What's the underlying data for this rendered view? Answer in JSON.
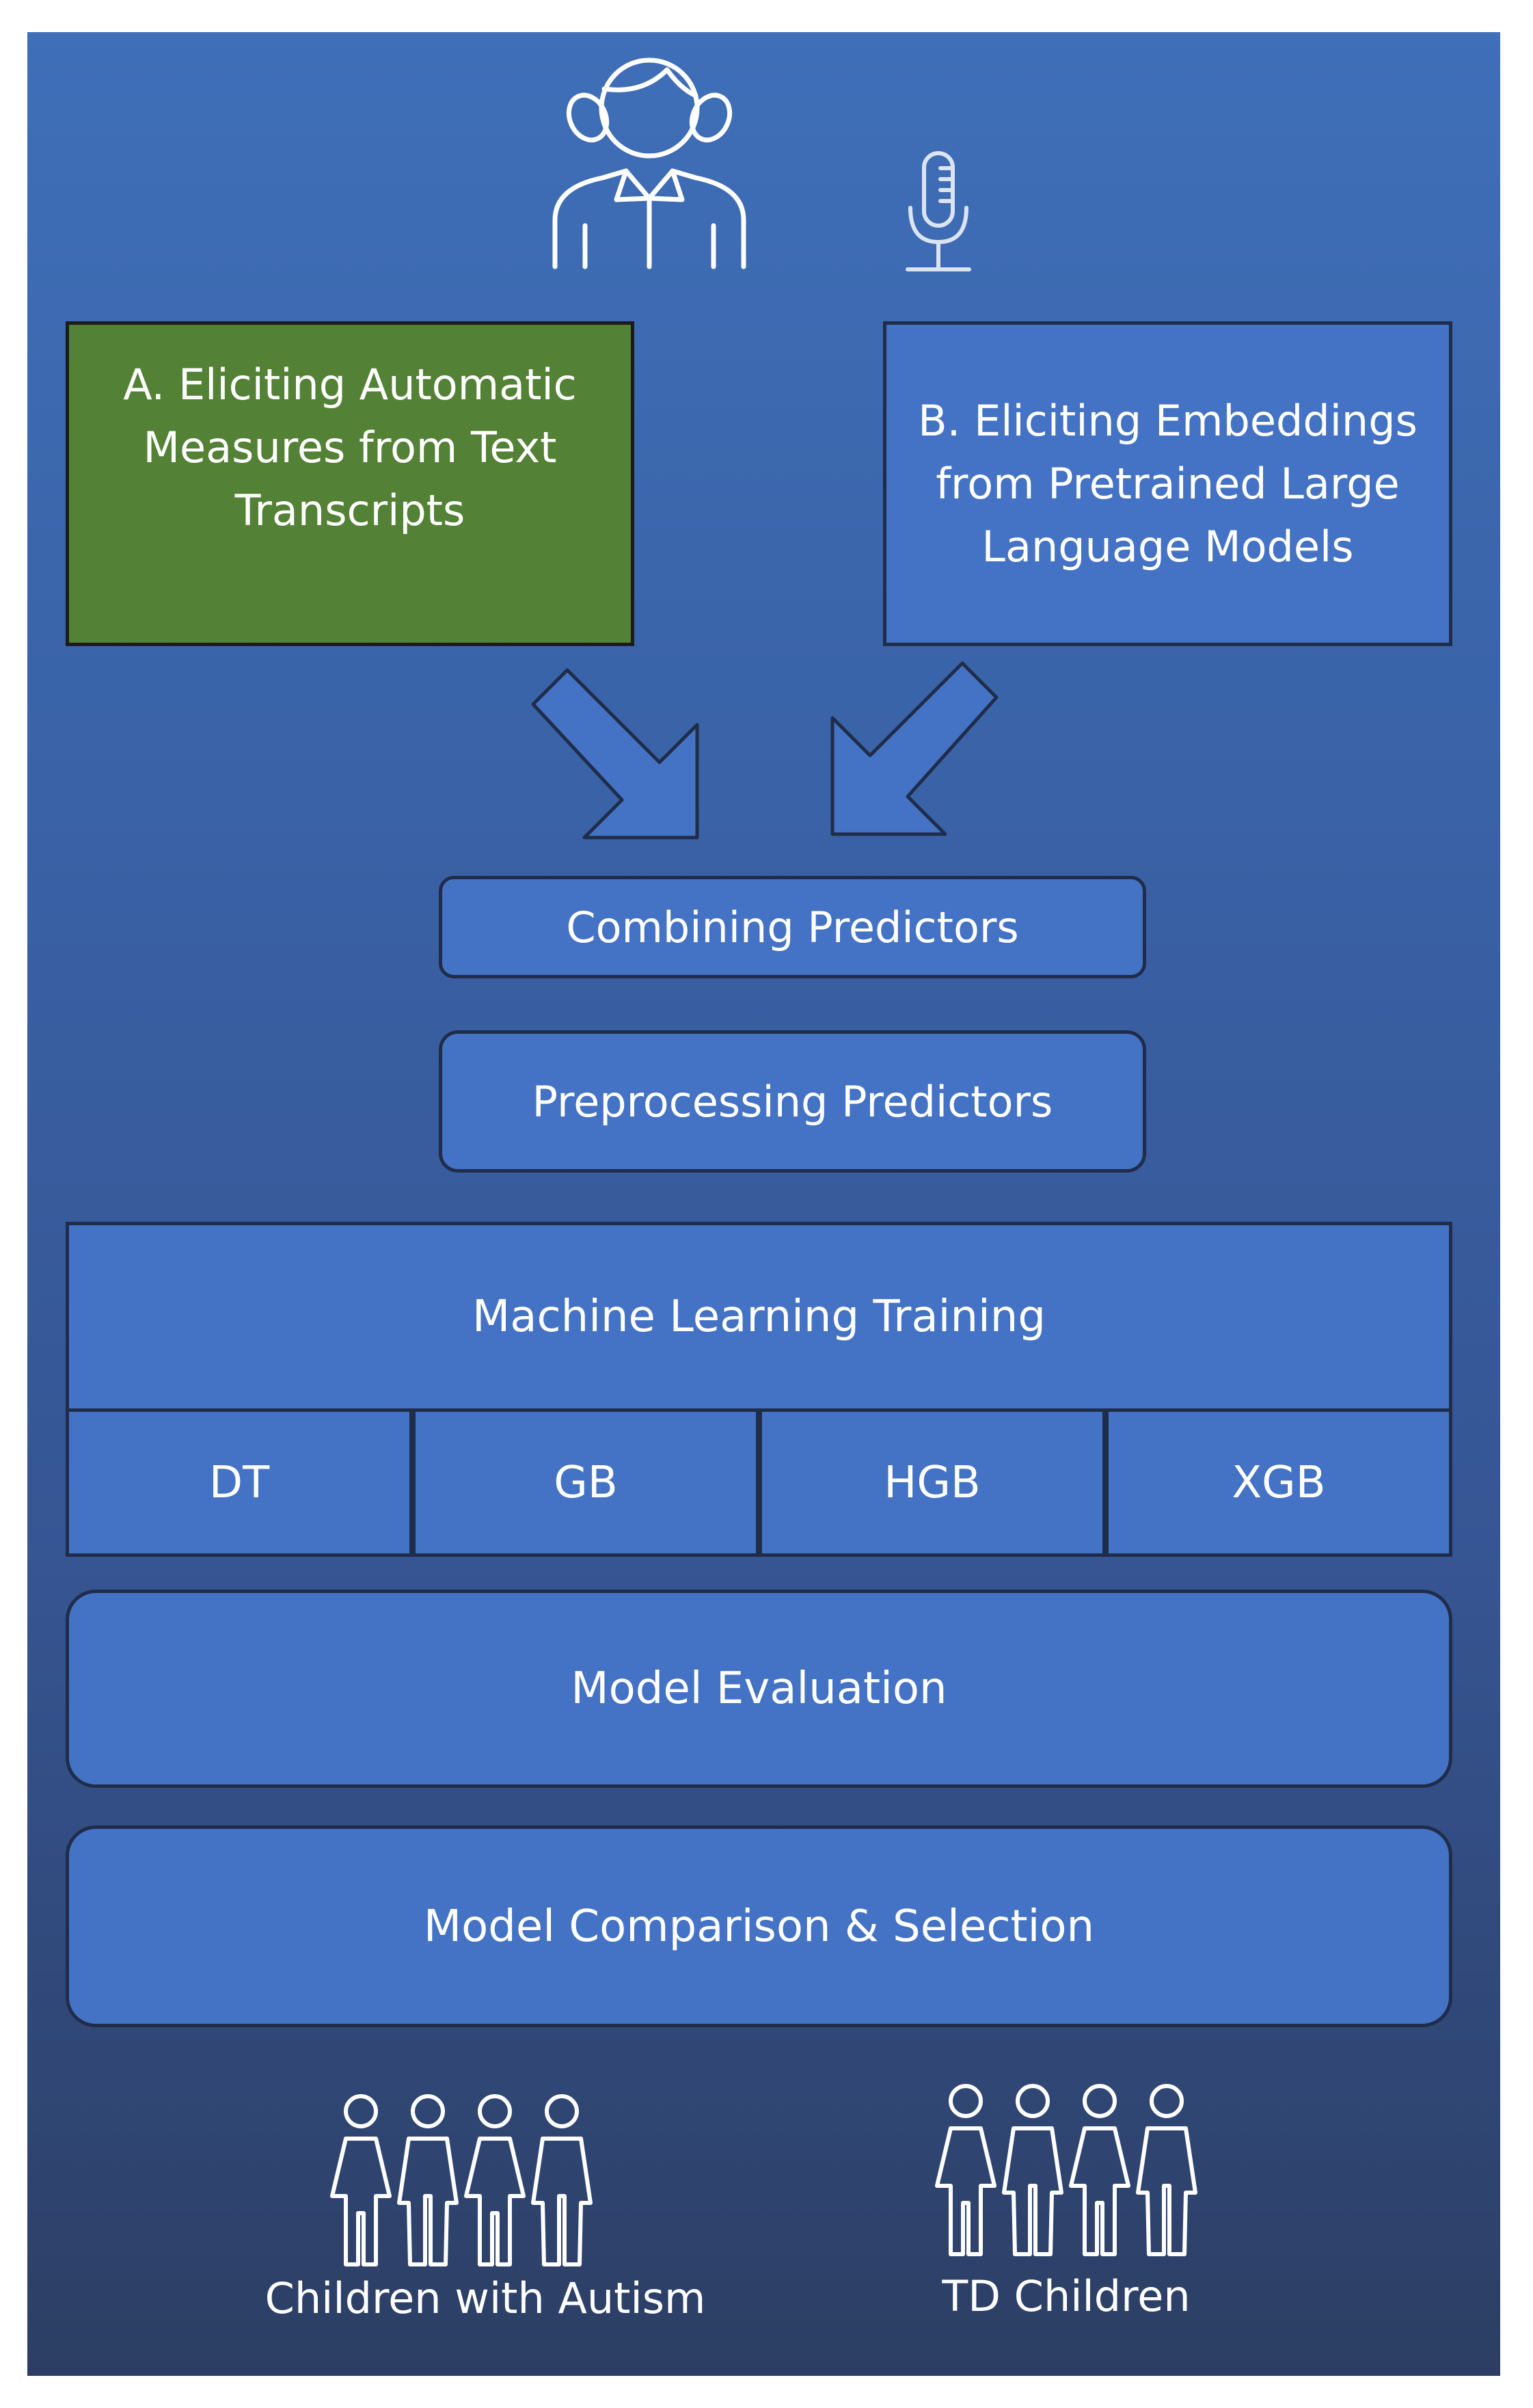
{
  "box_a": {
    "line1": "A. Eliciting Automatic",
    "line2": "Measures from Text",
    "line3": "Transcripts"
  },
  "box_b": {
    "line1": "B. Eliciting Embeddings",
    "line2": "from Pretrained Large",
    "line3": "Language Models"
  },
  "combining": "Combining Predictors",
  "preprocessing": "Preprocessing Predictors",
  "ml_training": {
    "title": "Machine Learning Training",
    "algorithms": [
      "DT",
      "GB",
      "HGB",
      "XGB"
    ]
  },
  "evaluation": "Model Evaluation",
  "comparison": "Model Comparison & Selection",
  "groups": {
    "autism": "Children with Autism",
    "td": "TD Children"
  },
  "icons": [
    "child-icon",
    "microphone-icon",
    "arrow-icon",
    "children-group-icon"
  ],
  "colors": {
    "background_top": "#3f6fb8",
    "background_bottom": "#2c3e63",
    "box_blue": "#4472c4",
    "box_green": "#538135",
    "text": "#ffffff"
  }
}
